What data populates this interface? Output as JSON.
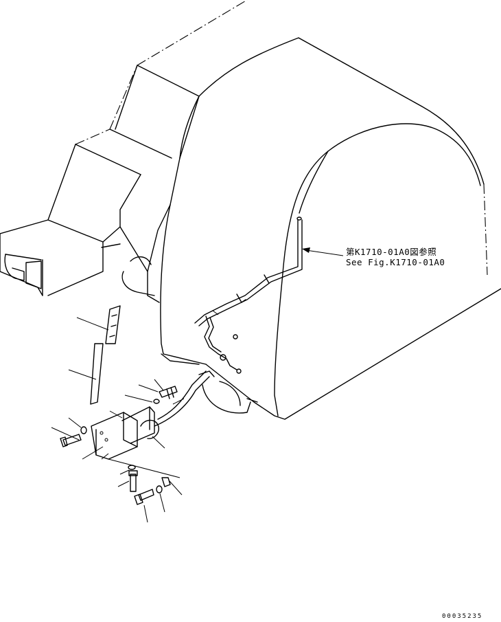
{
  "reference": {
    "japanese": "第K1710-01A0図参照",
    "english": "See Fig.K1710-01A0"
  },
  "drawing_number": "00035235"
}
